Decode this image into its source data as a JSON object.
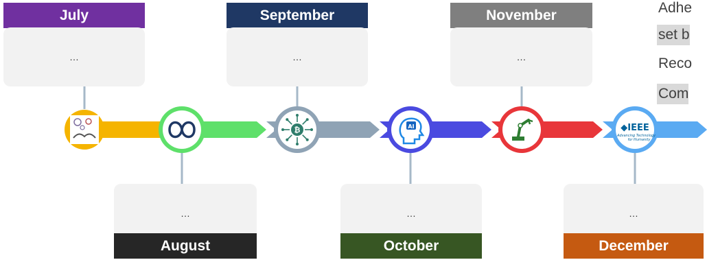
{
  "colors": {
    "july": "#7030a0",
    "august": "#262626",
    "september": "#1f3864",
    "october": "#375623",
    "november": "#7f7f7f",
    "december": "#c55a11",
    "card_bg": "#f2f2f2",
    "connector": "#a6b8c8"
  },
  "timeline": {
    "milestones": [
      {
        "label": "July",
        "text": "…",
        "icon": "handshake-network-icon",
        "segment_color": "#f5b400",
        "ring_color": "#f5b400"
      },
      {
        "label": "August",
        "text": "…",
        "icon": "infinity-chain-icon",
        "segment_color": "#5ee06a",
        "ring_color": "#5ee06a"
      },
      {
        "label": "September",
        "text": "…",
        "icon": "bitcoin-circuit-icon",
        "segment_color": "#8fa3b5",
        "ring_color": "#8fa3b5"
      },
      {
        "label": "October",
        "text": "…",
        "icon": "ai-head-icon",
        "segment_color": "#4a4ae0",
        "ring_color": "#4a4ae0"
      },
      {
        "label": "November",
        "text": "…",
        "icon": "robot-arm-icon",
        "segment_color": "#e8363a",
        "ring_color": "#e8363a"
      },
      {
        "label": "December",
        "text": "…",
        "icon": "ieee-logo-icon",
        "segment_color": "#5aaaf2",
        "ring_color": "#5aaaf2"
      }
    ]
  },
  "side_notes": [
    "Adhe",
    "set b",
    "Reco",
    "Com"
  ],
  "ieee_logo": {
    "wordmark": "◆IEEE",
    "tagline": "Advancing Technology for Humanity"
  }
}
